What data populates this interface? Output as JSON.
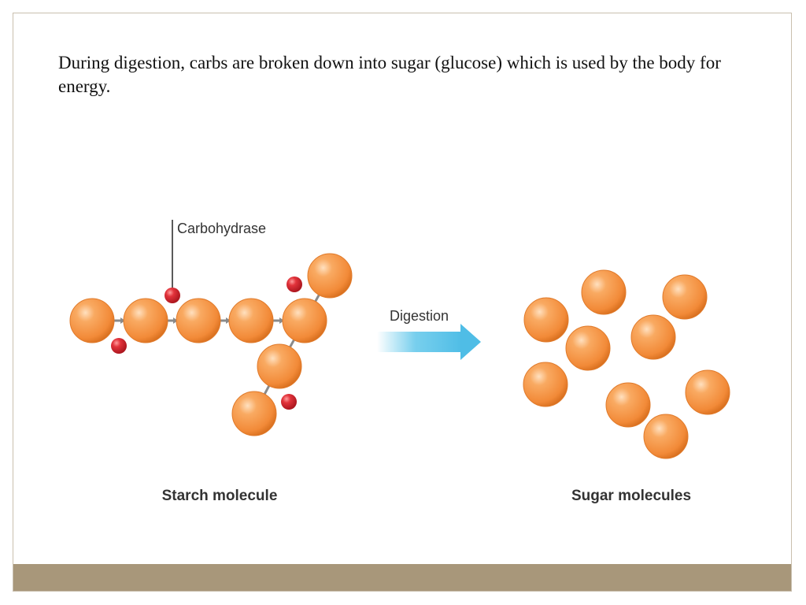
{
  "slide": {
    "caption": "During digestion, carbs are broken down into sugar (glucose) which is used by the body for energy."
  },
  "diagram": {
    "enzyme_label": "Carbohydrase",
    "process_label": "Digestion",
    "left_label": "Starch molecule",
    "right_label": "Sugar molecules"
  },
  "colors": {
    "glucose": "#f4954a",
    "water": "#d8222d",
    "arrow": "#56c3e9",
    "footer": "#a8977a",
    "border": "#c9bfae"
  }
}
